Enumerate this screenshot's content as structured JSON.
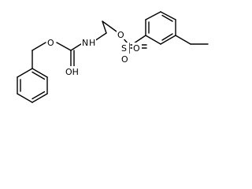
{
  "molecule": {
    "atom_labels": {
      "ester_oxygen": "O",
      "amide_nitrogen": "N",
      "amide_hydrogen": "H",
      "hydroxyl_label": "OH",
      "sulfonate_oxygen": "O",
      "sulfur": "S",
      "sulfonyl_oxygen_top": "O",
      "sulfonyl_oxygen_bottom": "O"
    },
    "colors": {
      "bond": "#000000",
      "label": "#000000",
      "background": "#ffffff"
    }
  }
}
